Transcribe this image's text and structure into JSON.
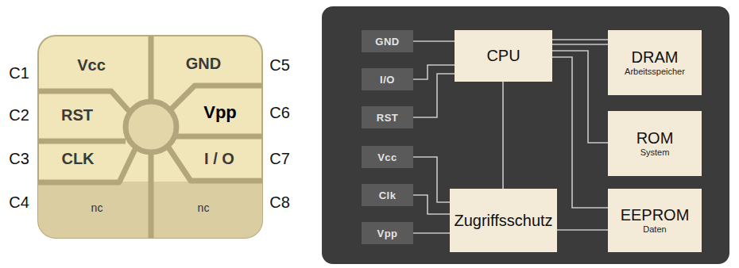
{
  "diagram": {
    "nodes": [
      {
        "text": [
          "GND"
        ]
      },
      {
        "text": [
          "CPU"
        ]
      },
      {
        "text": [
          "DRAM",
          "Arbeitsspeicher"
        ]
      },
      {
        "text": [
          "I/O"
        ]
      },
      {
        "text": [
          "RST"
        ]
      },
      {
        "text": [
          "ROM",
          "System"
        ]
      },
      {
        "text": [
          "Vcc"
        ]
      },
      {
        "text": [
          "Zugriffsschutz"
        ]
      },
      {
        "text": [
          "EEPROM",
          "Daten"
        ]
      },
      {
        "text": [
          "Clk"
        ]
      },
      {
        "text": [
          "Vpp"
        ]
      }
    ],
    "edges": [
      {
        "from": 0,
        "to": 1,
        "arrow": "none"
      },
      {
        "from": 3,
        "to": 1,
        "arrow": "none"
      },
      {
        "from": 4,
        "to": 1,
        "arrow": "none"
      },
      {
        "from": 1,
        "to": 2,
        "arrow": "none"
      },
      {
        "from": 1,
        "to": 2,
        "arrow": "none"
      },
      {
        "from": 1,
        "to": 5,
        "arrow": "none"
      },
      {
        "from": 1,
        "to": 8,
        "arrow": "none"
      },
      {
        "from": 1,
        "to": 7,
        "arrow": "none"
      },
      {
        "from": 6,
        "to": 7,
        "arrow": "none"
      },
      {
        "from": 9,
        "to": 7,
        "arrow": "none"
      },
      {
        "from": 10,
        "to": 7,
        "arrow": "none"
      },
      {
        "from": 7,
        "to": 8,
        "arrow": "none"
      }
    ],
    "labels": [
      "C1",
      "Vcc",
      "GND",
      "C5",
      "C2",
      "RST",
      "Vpp",
      "C6",
      "C3",
      "CLK",
      "I / O",
      "C7",
      "C4",
      "nc",
      "nc",
      "C8"
    ]
  }
}
